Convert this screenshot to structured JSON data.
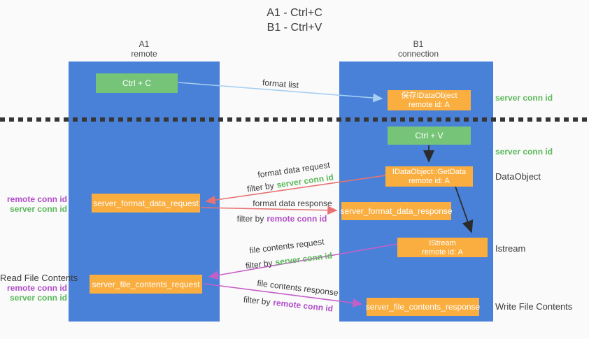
{
  "title": {
    "line1": "A1 - Ctrl+C",
    "line2": "B1 - Ctrl+V"
  },
  "columns": {
    "a": {
      "name": "A1",
      "role": "remote"
    },
    "b": {
      "name": "B1",
      "role": "connection"
    }
  },
  "nodes": {
    "ctrl_c": {
      "label": "Ctrl + C"
    },
    "ctrl_v": {
      "label": "Ctrl + V"
    },
    "save_dataobject": {
      "line1": "保存IDataObject",
      "line2": "remote id: A"
    },
    "getdata": {
      "line1": "IDataObject::GetData",
      "line2": "remote id: A"
    },
    "istream": {
      "line1": "IStream",
      "line2": "remote id: A"
    },
    "server_format_data_request": {
      "label": "server_format_data_request"
    },
    "server_format_data_response": {
      "label": "server_format_data_response"
    },
    "server_file_contents_request": {
      "label": "server_file_contents_request"
    },
    "server_file_contents_response": {
      "label": "server_file_contents_response"
    }
  },
  "side_labels": {
    "left": {
      "remote_conn_id_1": "remote conn id",
      "server_conn_id_1": "server conn id",
      "read_file_contents": "Read File Contents",
      "remote_conn_id_2": "remote conn id",
      "server_conn_id_2": "server conn id"
    },
    "right": {
      "server_conn_id_1": "server conn id",
      "server_conn_id_2": "server conn id",
      "dataobject": "DataObject",
      "istream": "Istream",
      "write_file_contents": "Write File Contents"
    }
  },
  "arrow_labels": {
    "format_list": "format list",
    "format_data_request": "format data request",
    "format_data_response": "format data response",
    "file_contents_request": "file contents request",
    "file_contents_response": "file contents response",
    "filter_by": "filter by",
    "server_conn_id": "server conn id",
    "remote_conn_id": "remote conn id"
  },
  "colors": {
    "column-blue": "#4a81d8",
    "box-orange": "#f9ae3f",
    "box-green": "#75c478",
    "text-green": "#5cb85c",
    "text-purple": "#b14fc8",
    "arrow-red": "#e87272",
    "arrow-magenta": "#c45fc8",
    "arrow-blue": "#a6cff2",
    "arrow-black": "#2b2b2b",
    "text-dark": "#3c3c3c",
    "background": "#fafafa"
  }
}
